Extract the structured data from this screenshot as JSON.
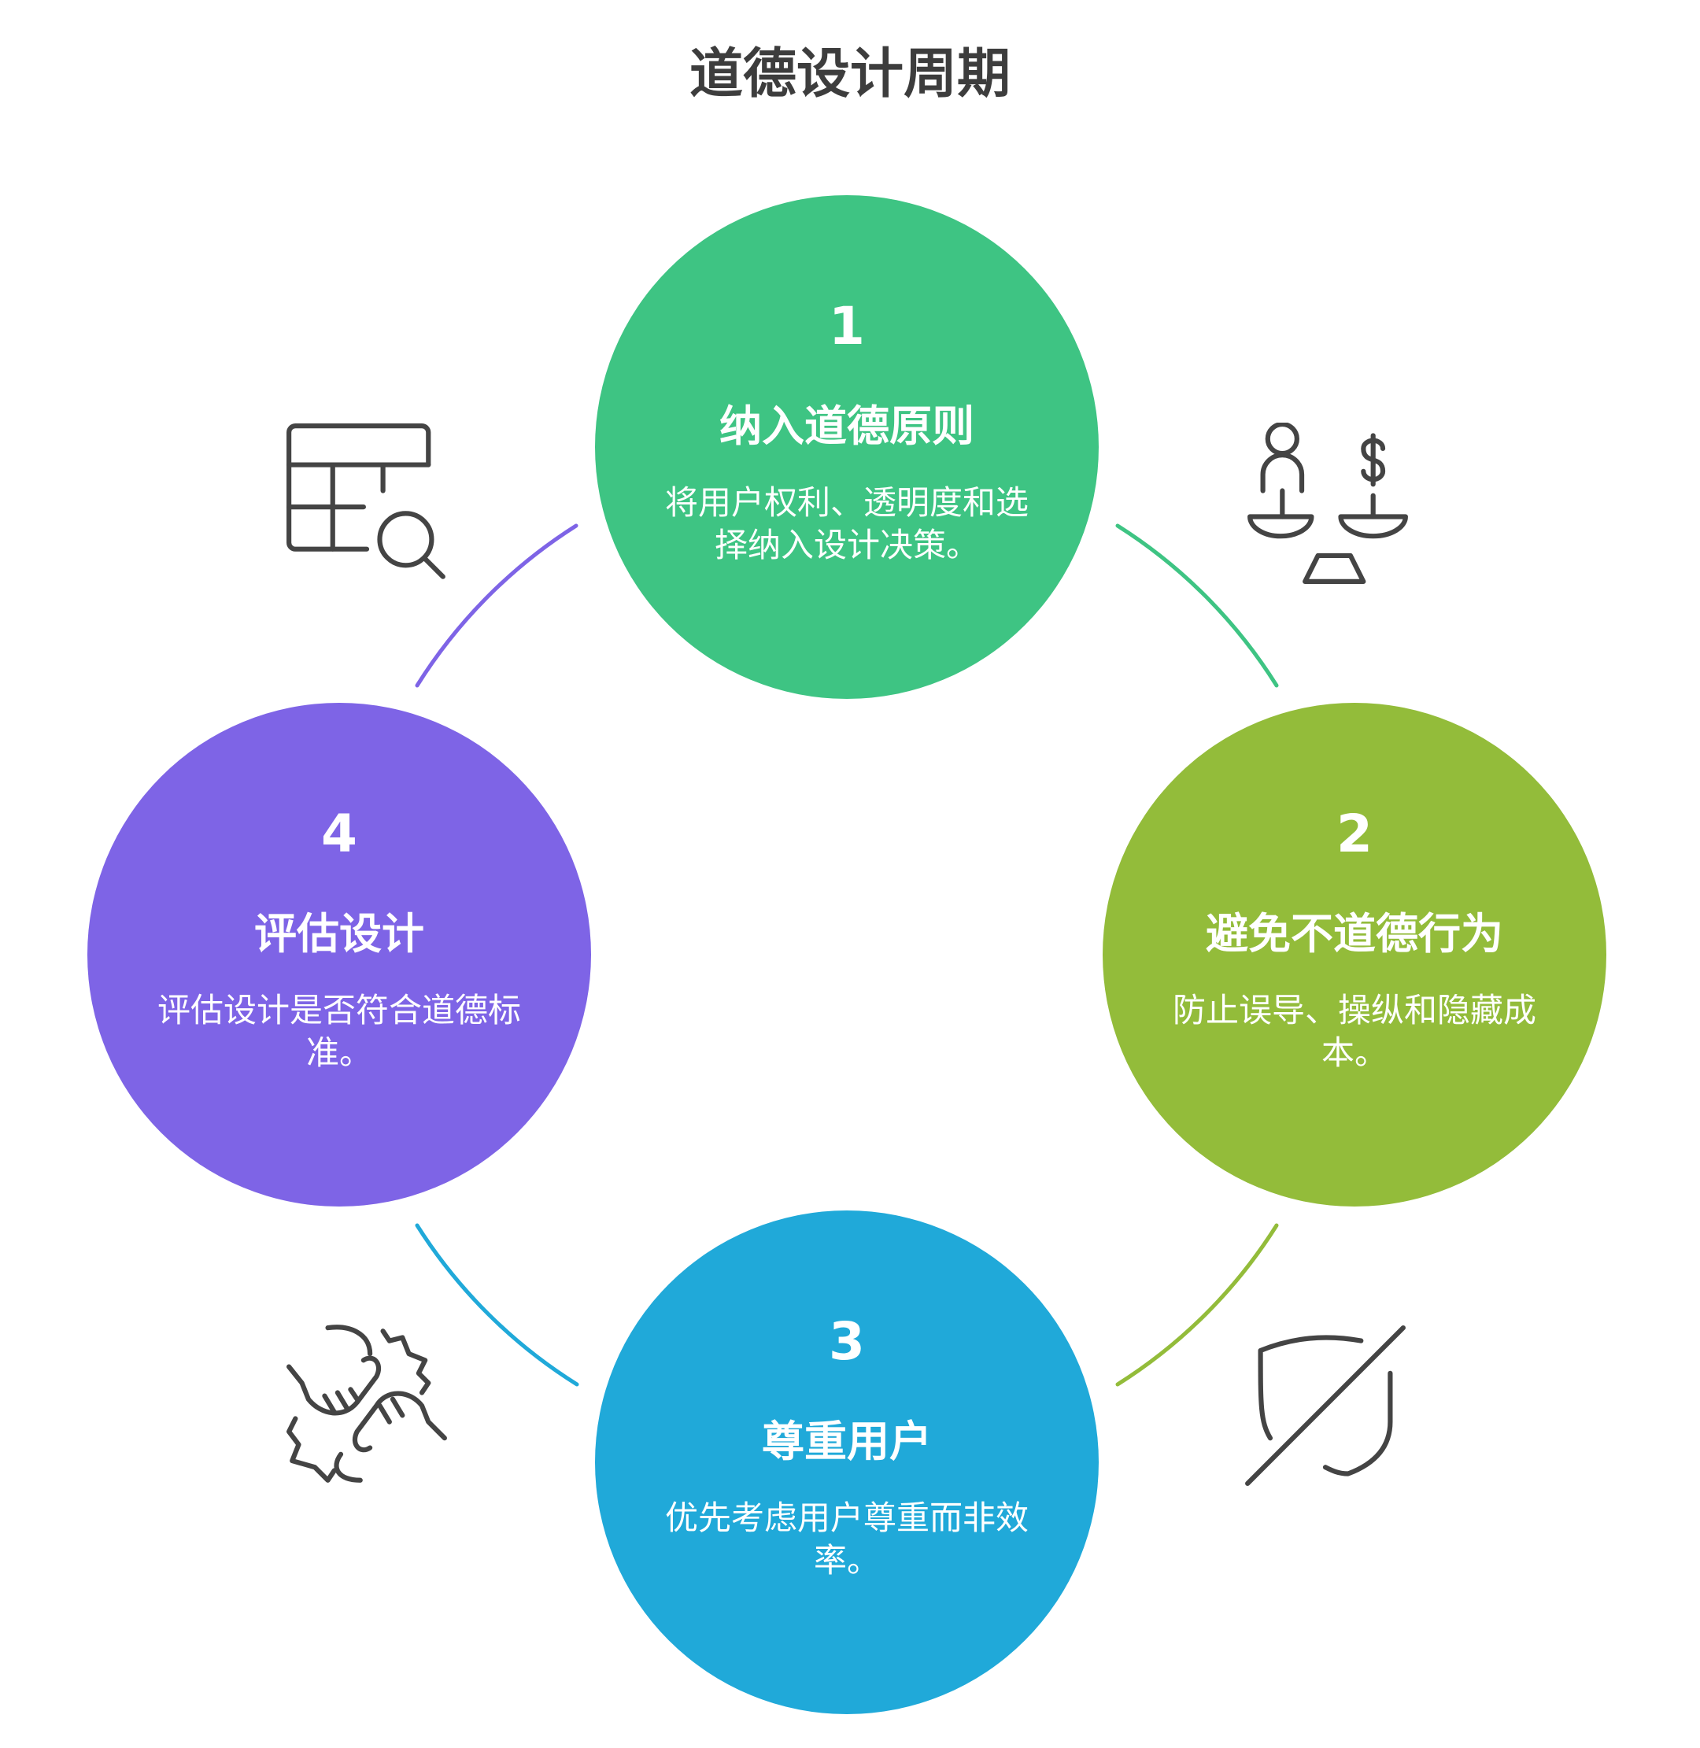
{
  "title": "道德设计周期",
  "steps": [
    {
      "number": "1",
      "heading": "纳入道德原则",
      "desc": "将用户权利、透明度和选择纳入设计决策。",
      "color": "#3EC483"
    },
    {
      "number": "2",
      "heading": "避免不道德行为",
      "desc": "防止误导、操纵和隐藏成本。",
      "color": "#93BC3A"
    },
    {
      "number": "3",
      "heading": "尊重用户",
      "desc": "优先考虑用户尊重而非效率。",
      "color": "#20A9D9"
    },
    {
      "number": "4",
      "heading": "评估设计",
      "desc": "评估设计是否符合道德标准。",
      "color": "#7E64E6"
    }
  ],
  "icons": [
    "table-search-icon",
    "scales-person-money-icon",
    "shield-slash-icon",
    "handshake-fist-bump-icon"
  ]
}
